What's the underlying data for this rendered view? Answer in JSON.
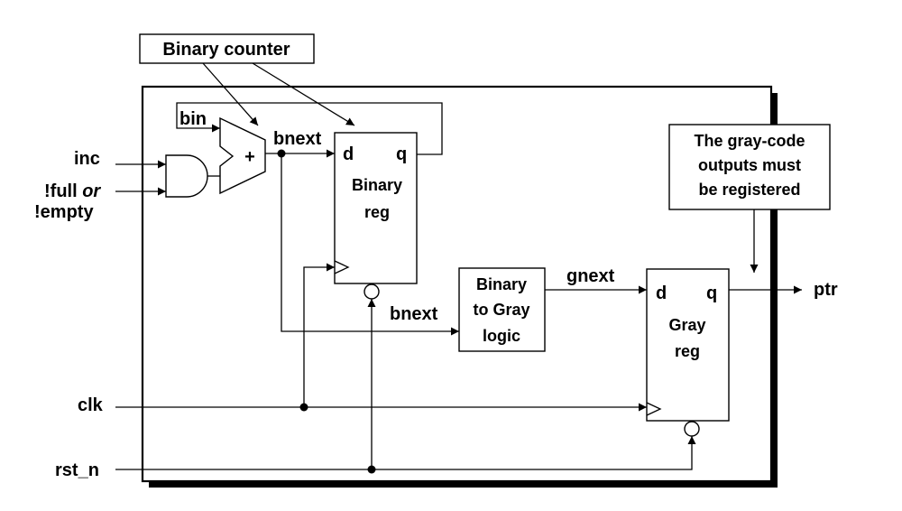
{
  "callouts": {
    "binary_counter": "Binary counter",
    "gray_note": [
      "The gray-code",
      "outputs must",
      "be registered"
    ]
  },
  "signals": {
    "inc": "inc",
    "full_prefix": "!full ",
    "full_or": "or",
    "empty": "!empty",
    "bin": "bin",
    "bnext_top": "bnext",
    "bnext_mid": "bnext",
    "gnext": "gnext",
    "clk": "clk",
    "rst_n": "rst_n",
    "ptr": "ptr"
  },
  "adder": {
    "symbol": "+"
  },
  "binary_reg": {
    "d": "d",
    "q": "q",
    "name": [
      "Binary",
      "reg"
    ]
  },
  "converter": {
    "name": [
      "Binary",
      "to Gray",
      "logic"
    ]
  },
  "gray_reg": {
    "d": "d",
    "q": "q",
    "name": [
      "Gray",
      "reg"
    ]
  },
  "colors": {
    "line": "#000000",
    "background": "#ffffff"
  }
}
